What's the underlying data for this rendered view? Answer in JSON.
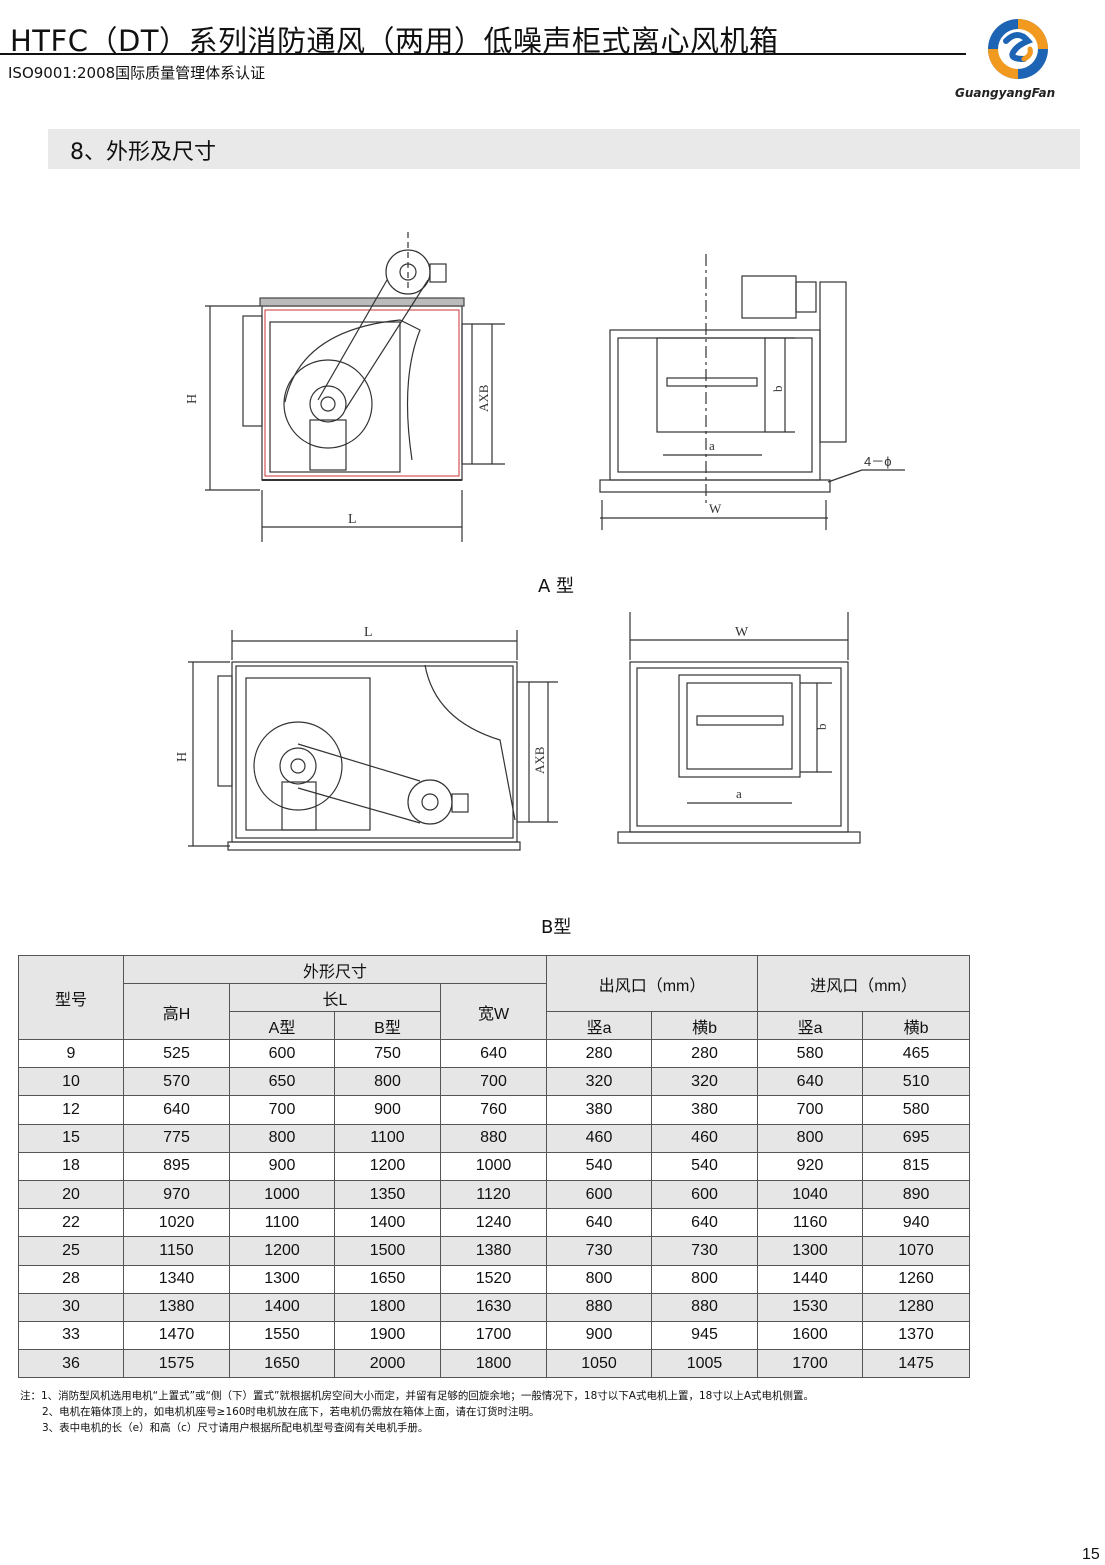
{
  "header": {
    "title": "HTFC（DT）系列消防通风（两用）低噪声柜式离心风机箱",
    "subtitle": "ISO9001:2008国际质量管理体系认证",
    "brand": "GuangyangFan",
    "colors": {
      "logo_blue": "#1e64b4",
      "logo_orange": "#f29a1f"
    }
  },
  "section": {
    "title": "8、外形及尺寸"
  },
  "figures": {
    "type_a_caption": "A 型",
    "type_b_caption": "B型",
    "labels": {
      "h": "H",
      "l": "L",
      "axb": "AXB",
      "a": "a",
      "b": "b",
      "w": "W",
      "hole": "4－ϕ"
    }
  },
  "table": {
    "headers": {
      "model": "型号",
      "outline": "外形尺寸",
      "height": "高H",
      "length": "长L",
      "a_type": "A型",
      "b_type": "B型",
      "width": "宽W",
      "outlet": "出风口（mm）",
      "inlet": "进风口（mm）",
      "vert_a": "竖a",
      "horiz_b": "横b"
    },
    "rows": [
      [
        "9",
        "525",
        "600",
        "750",
        "640",
        "280",
        "280",
        "580",
        "465"
      ],
      [
        "10",
        "570",
        "650",
        "800",
        "700",
        "320",
        "320",
        "640",
        "510"
      ],
      [
        "12",
        "640",
        "700",
        "900",
        "760",
        "380",
        "380",
        "700",
        "580"
      ],
      [
        "15",
        "775",
        "800",
        "1100",
        "880",
        "460",
        "460",
        "800",
        "695"
      ],
      [
        "18",
        "895",
        "900",
        "1200",
        "1000",
        "540",
        "540",
        "920",
        "815"
      ],
      [
        "20",
        "970",
        "1000",
        "1350",
        "1120",
        "600",
        "600",
        "1040",
        "890"
      ],
      [
        "22",
        "1020",
        "1100",
        "1400",
        "1240",
        "640",
        "640",
        "1160",
        "940"
      ],
      [
        "25",
        "1150",
        "1200",
        "1500",
        "1380",
        "730",
        "730",
        "1300",
        "1070"
      ],
      [
        "28",
        "1340",
        "1300",
        "1650",
        "1520",
        "800",
        "800",
        "1440",
        "1260"
      ],
      [
        "30",
        "1380",
        "1400",
        "1800",
        "1630",
        "880",
        "880",
        "1530",
        "1280"
      ],
      [
        "33",
        "1470",
        "1550",
        "1900",
        "1700",
        "900",
        "945",
        "1600",
        "1370"
      ],
      [
        "36",
        "1575",
        "1650",
        "2000",
        "1800",
        "1050",
        "1005",
        "1700",
        "1475"
      ]
    ]
  },
  "notes": [
    "注：1、消防型风机选用电机“上置式”或“侧（下）置式”就根据机房空间大小而定，并留有足够的回旋余地；一般情况下，18寸以下A式电机上置，18寸以上A式电机侧置。",
    "2、电机在箱体顶上的，如电机机座号≥160时电机放在底下，若电机仍需放在箱体上面，请在订货时注明。",
    "3、表中电机的长（e）和高（c）尺寸请用户根据所配电机型号查阅有关电机手册。"
  ],
  "page_number": "15"
}
